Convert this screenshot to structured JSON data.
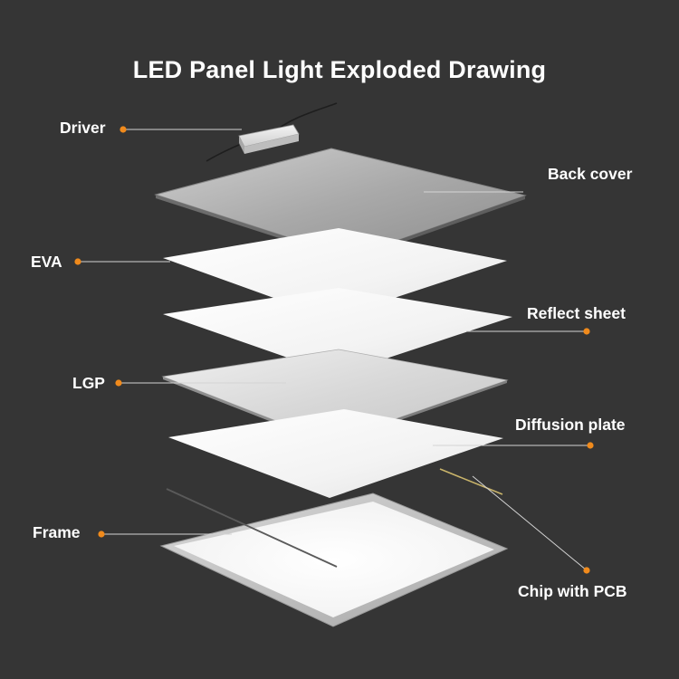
{
  "title": "LED Panel Light Exploded Drawing",
  "accent_color": "#f08a1c",
  "background_color": "#353535",
  "labels": {
    "driver": "Driver",
    "back_cover": "Back cover",
    "eva": "EVA",
    "reflect_sheet": "Reflect sheet",
    "lgp": "LGP",
    "diffusion_plate": "Diffusion plate",
    "frame": "Frame",
    "chip_with_pcb": "Chip with PCB"
  }
}
